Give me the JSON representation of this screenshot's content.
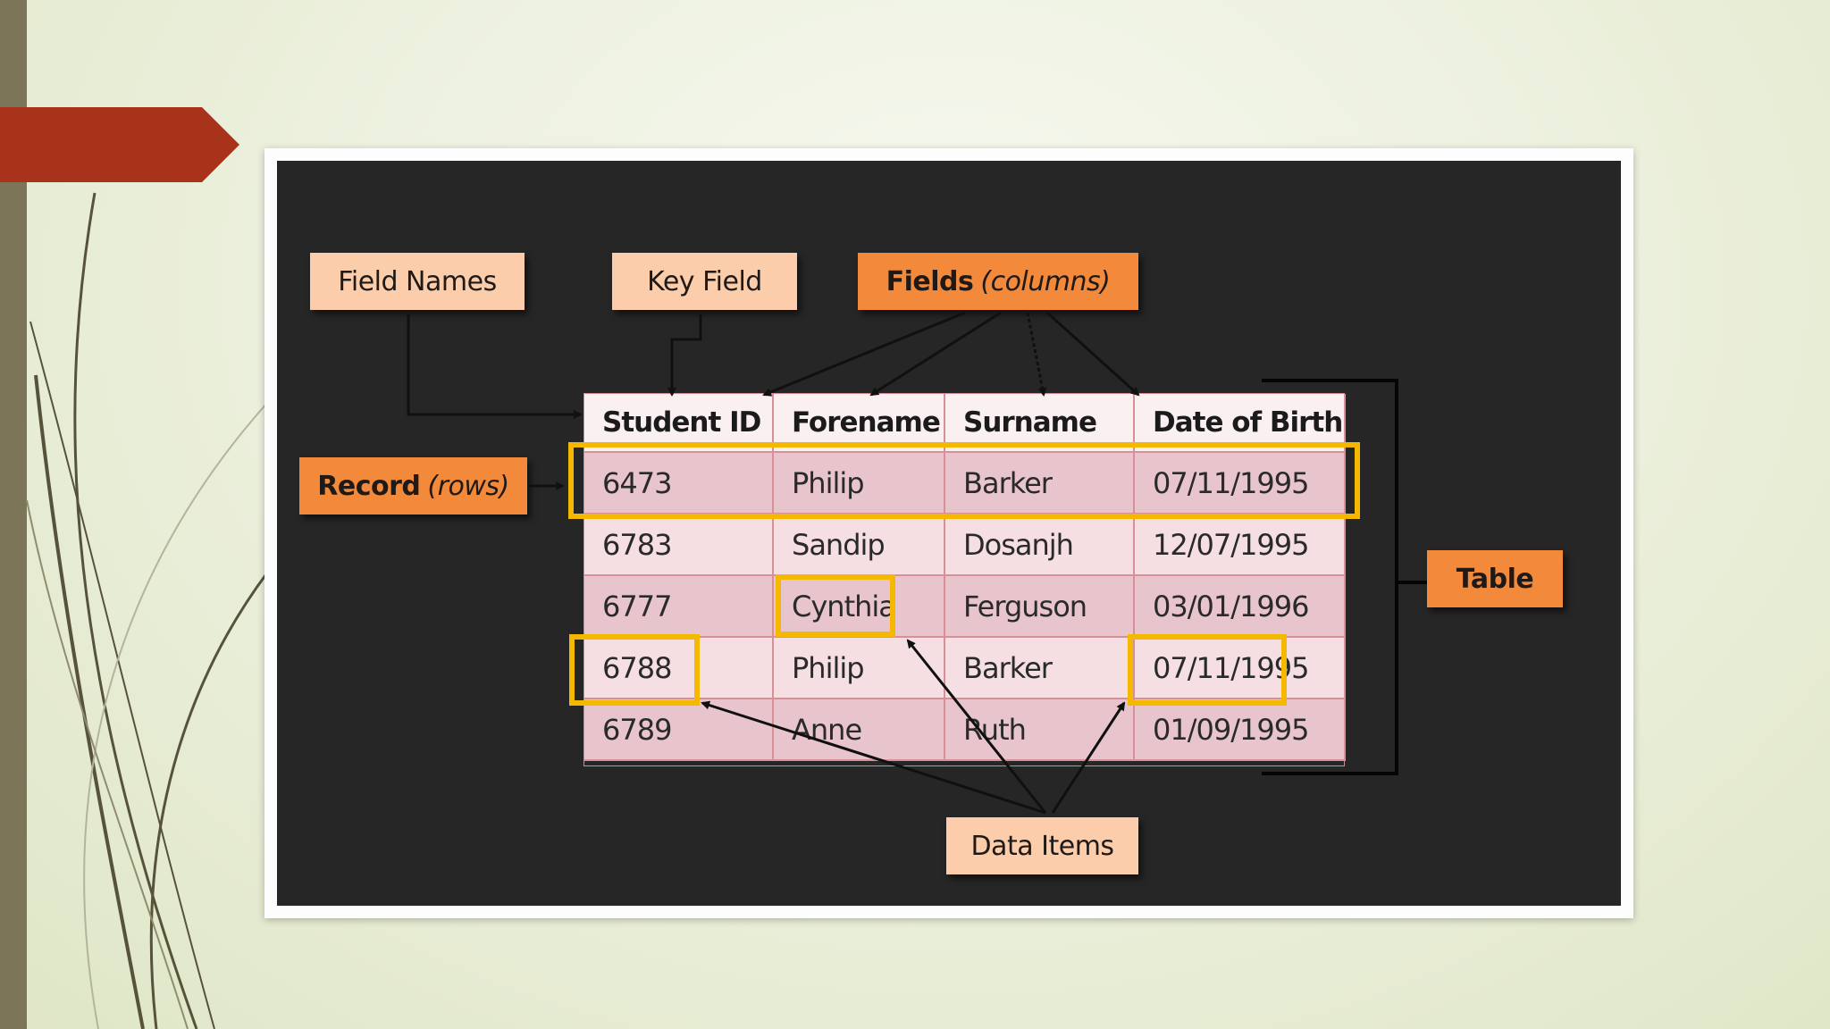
{
  "labels": {
    "field_names": "Field Names",
    "key_field": "Key Field",
    "fields": {
      "bold": "Fields",
      "italic": "(columns)"
    },
    "record": {
      "bold": "Record",
      "italic": "(rows)"
    },
    "table": "Table",
    "data_items": "Data Items"
  },
  "table": {
    "headers": [
      "Student ID",
      "Forename",
      "Surname",
      "Date of Birth"
    ],
    "rows": [
      [
        "6473",
        "Philip",
        "Barker",
        "07/11/1995"
      ],
      [
        "6783",
        "Sandip",
        "Dosanjh",
        "12/07/1995"
      ],
      [
        "6777",
        "Cynthia",
        "Ferguson",
        "03/01/1996"
      ],
      [
        "6788",
        "Philip",
        "Barker",
        "07/11/1995"
      ],
      [
        "6789",
        "Anne",
        "Ruth",
        "01/09/1995"
      ]
    ]
  },
  "colors": {
    "accent_red": "#a8321a",
    "callout_light": "#fccdaa",
    "callout_dark": "#f38a3b",
    "highlight": "#f4b800",
    "board": "#262626"
  }
}
